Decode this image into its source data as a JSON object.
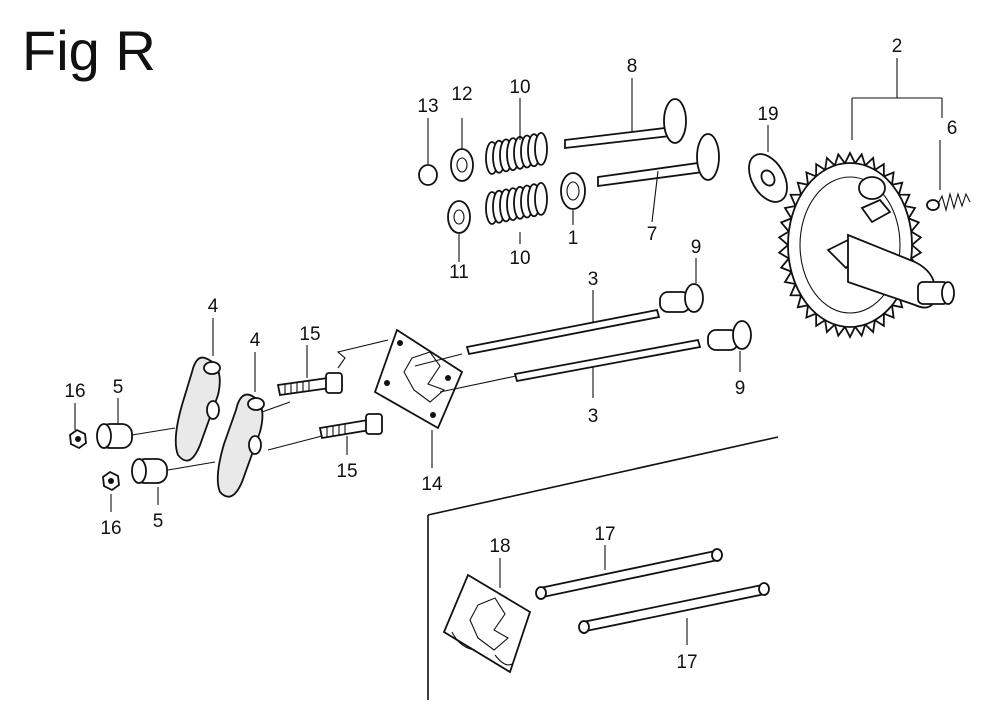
{
  "figure": {
    "title": "Fig R"
  },
  "callouts": {
    "c1": "1",
    "c2": "2",
    "c3a": "3",
    "c3b": "3",
    "c4a": "4",
    "c4b": "4",
    "c5a": "5",
    "c5b": "5",
    "c6": "6",
    "c7": "7",
    "c8": "8",
    "c9a": "9",
    "c9b": "9",
    "c10a": "10",
    "c10b": "10",
    "c11": "11",
    "c12": "12",
    "c13": "13",
    "c14": "14",
    "c15a": "15",
    "c15b": "15",
    "c16a": "16",
    "c16b": "16",
    "c17a": "17",
    "c17b": "17",
    "c18": "18",
    "c19": "19"
  }
}
